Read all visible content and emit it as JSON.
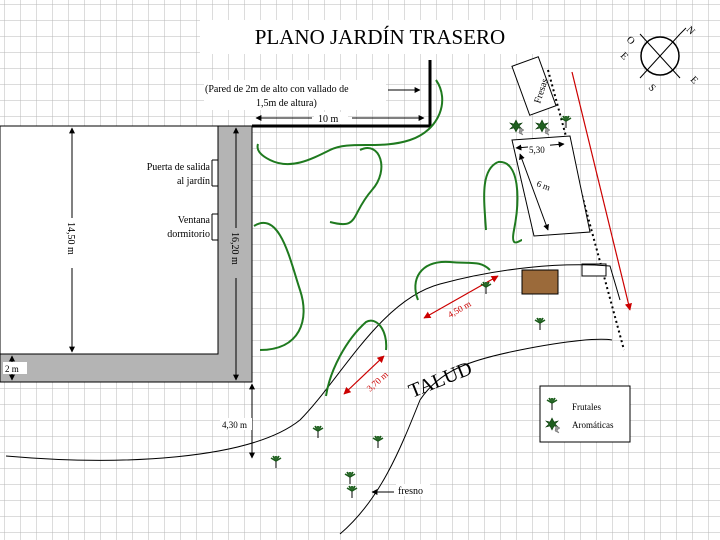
{
  "title": "PLANO JARDÍN TRASERO",
  "compass": {
    "n": "N",
    "s": "S",
    "e": "E",
    "o": "O"
  },
  "labels": {
    "pared": "(Pared de 2m de alto con  vallado de",
    "pared2": "1,5m de altura)",
    "dim_10m": "10 m",
    "puerta1": "Puerta de salida",
    "puerta2": "al jardín",
    "ventana1": "Ventana",
    "ventana2": "dormitorio",
    "dim_1450": "14,50 m",
    "dim_1620": "16,20 m",
    "dim_2m": "2 m",
    "dim_430": "4,30 m",
    "fresas": "Fresas",
    "dim_530": "5,30",
    "dim_6m": "6  m",
    "dim_450": "4,50 m",
    "dim_370": "3,70 m",
    "talud": "TALUD",
    "fresno": "fresno"
  },
  "legend": {
    "frutales": "Frutales",
    "aromaticas": "Aromáticas"
  },
  "colors": {
    "grid": "#b8b8b8",
    "house_wall": "#b4b4b4",
    "hedge": "#1f7a1f",
    "dimension_red": "#cc0000",
    "shed": "#9b6a3a"
  }
}
